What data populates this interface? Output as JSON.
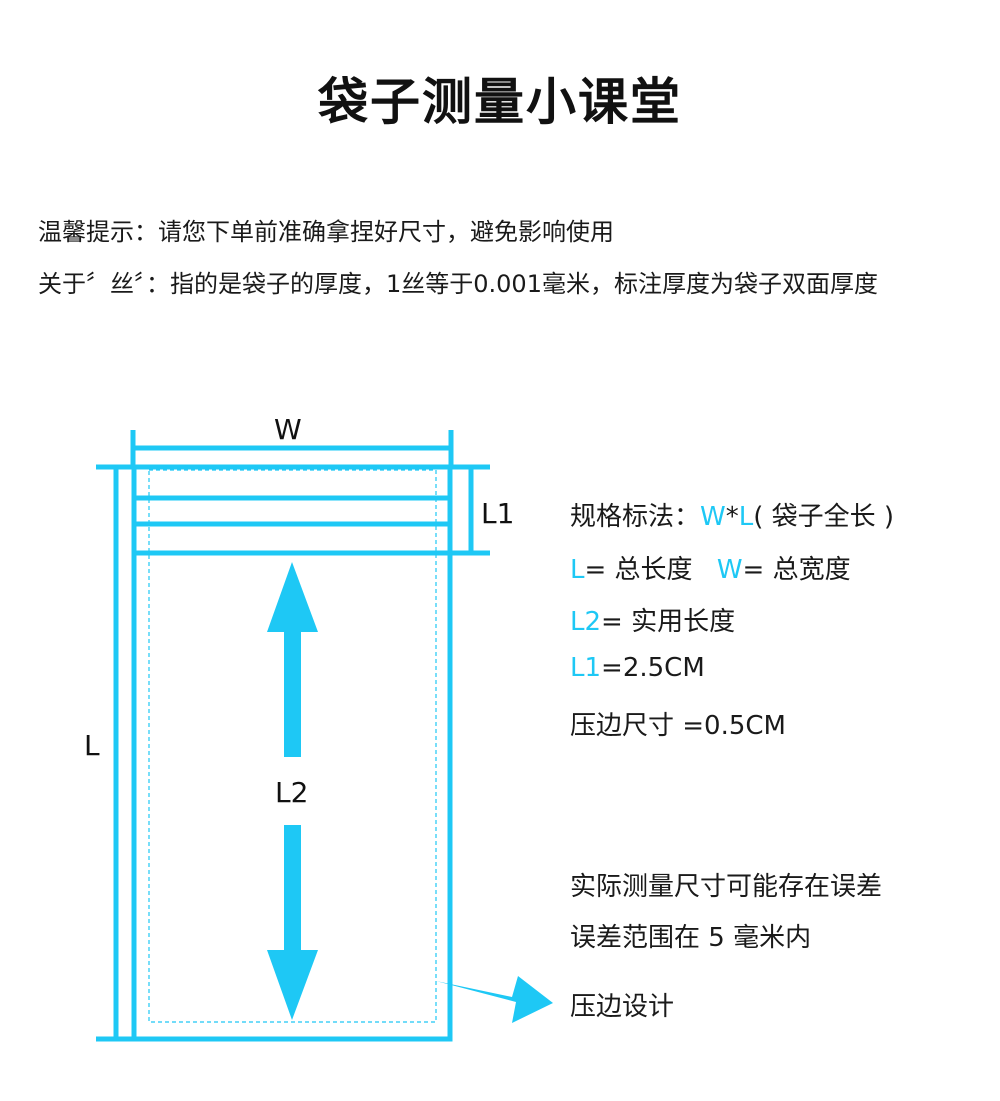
{
  "title": "袋子测量小课堂",
  "notes": {
    "line1": "温馨提示：请您下单前准确拿捏好尺寸，避免影响使用",
    "line2": "关于〞丝〞：指的是袋子的厚度，1丝等于0.001毫米，标注厚度为袋子双面厚度"
  },
  "diagram": {
    "label_w": "W",
    "label_l": "L",
    "label_l1": "L1",
    "label_l2": "L2"
  },
  "spec": {
    "line1_prefix": "规格标法：",
    "line1_w": "W",
    "line1_star": "*",
    "line1_l": "L",
    "line1_suffix": "( 袋子全长 )",
    "line2_l": "L",
    "line2_mid": "= 总长度",
    "line2_w": "W",
    "line2_suffix": "= 总宽度",
    "line3_l2": "L2",
    "line3_suffix": "= 实用长度",
    "line4_l1": "L1",
    "line4_suffix": "=2.5CM",
    "line5": "压边尺寸 =0.5CM"
  },
  "error_note": {
    "line1": "实际测量尺寸可能存在误差",
    "line2": "误差范围在 5 毫米内"
  },
  "callout": "压边设计",
  "colors": {
    "accent": "#1ec8f5",
    "text": "#1a1a1a"
  }
}
